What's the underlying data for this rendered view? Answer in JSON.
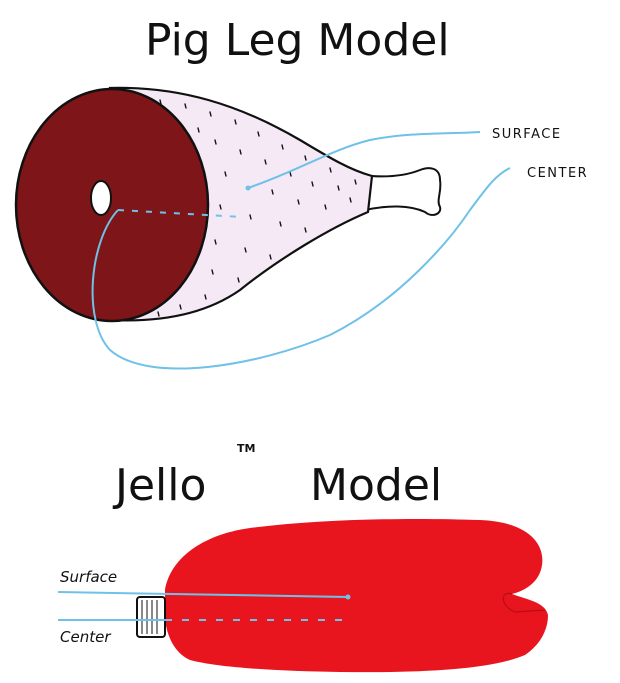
{
  "pig": {
    "title": "Pig Leg Model",
    "labels": {
      "surface": "SURFACE",
      "center": "CENTER"
    }
  },
  "jello": {
    "title": "Jello",
    "trademark": "TM",
    "title_suffix": "Model",
    "labels": {
      "surface": "Surface",
      "center": "Center"
    }
  },
  "colors": {
    "meat": "#7e1518",
    "skin": "#f5e9f5",
    "jello": "#e8151f",
    "probe": "#6fc1e8",
    "ink": "#111111"
  }
}
